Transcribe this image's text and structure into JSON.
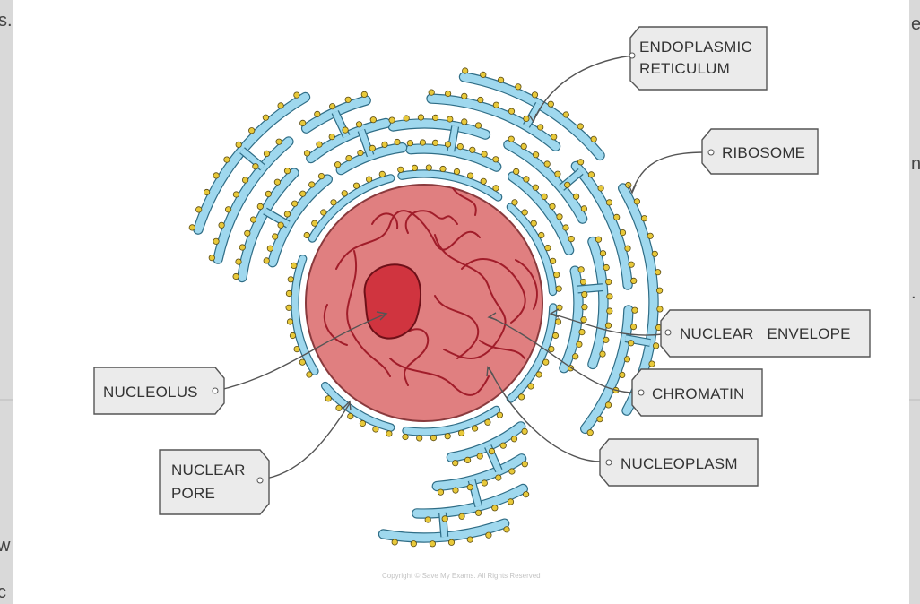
{
  "background_fragments": {
    "left": [
      "s.",
      "w",
      "c"
    ],
    "right": [
      "e",
      "n",
      "."
    ]
  },
  "labels": {
    "endoplasmic_reticulum": [
      "ENDOPLASMIC",
      "RETICULUM"
    ],
    "ribosome": "RIBOSOME",
    "nuclear_envelope": "NUCLEAR   ENVELOPE",
    "chromatin": "CHROMATIN",
    "nucleoplasm": "NUCLEOPLASM",
    "nucleolus": "NUCLEOLUS",
    "nuclear_pore": [
      "NUCLEAR",
      "PORE"
    ]
  },
  "copyright": "Copyright © Save My Exams. All Rights Reserved",
  "colors": {
    "er_fill": "#9fd8ee",
    "er_stroke": "#2f6d86",
    "ribosome": "#e8c93a",
    "nucleus": "#e07f80",
    "nucleolus": "#d0343f",
    "chromatin": "#a11d2a",
    "label_box": "#ebebeb"
  }
}
